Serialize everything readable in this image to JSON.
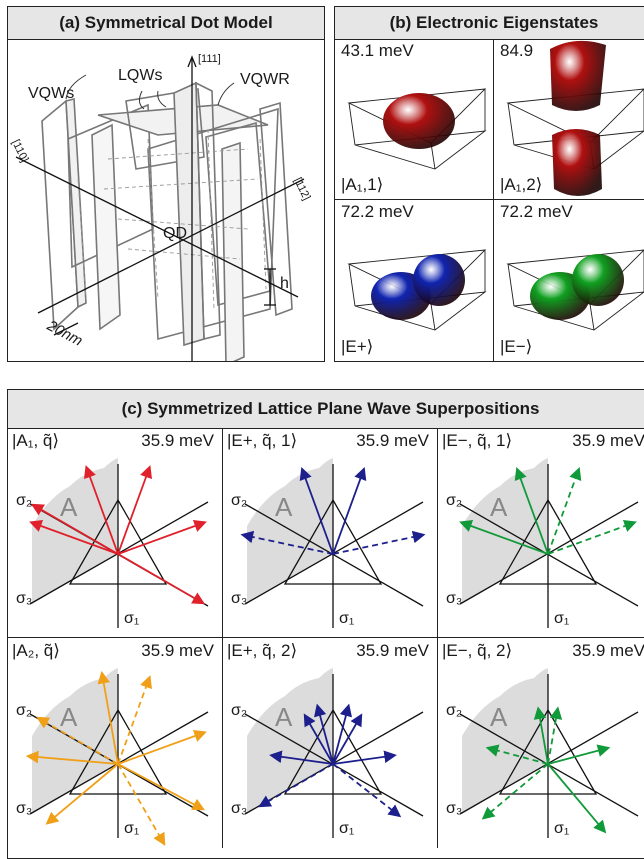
{
  "panel_a": {
    "title": "(a) Symmetrical Dot Model",
    "labels": {
      "vqws": "VQWs",
      "lqws": "LQWs",
      "vqwr": "VQWR",
      "dir111": "[111]",
      "dir110": "[110]",
      "dir112": "[112]",
      "qd": "QD",
      "h": "h",
      "scale": "20nm"
    }
  },
  "panel_b": {
    "title": "(b) Electronic Eigenstates",
    "cells": [
      {
        "energy": "43.1 meV",
        "state": "|A₁,1⟩",
        "color": "#b01010"
      },
      {
        "energy": "84.9",
        "state": "|A₁,2⟩",
        "color": "#b01010"
      },
      {
        "energy": "72.2 meV",
        "state": "|E+⟩",
        "color": "#1024b0"
      },
      {
        "energy": "72.2 meV",
        "state": "|E−⟩",
        "color": "#10a020"
      }
    ]
  },
  "panel_c": {
    "title": "(c) Symmetrized Lattice Plane Wave Superpositions",
    "region_label": "A",
    "sigma": {
      "s1": "σ₁",
      "s2": "σ₂",
      "s3": "σ₃"
    },
    "cells": [
      {
        "state": "|A₁, q̃⟩",
        "energy": "35.9 meV",
        "color": "#e0202a"
      },
      {
        "state": "|E+, q̃, 1⟩",
        "energy": "35.9 meV",
        "color": "#1c1f8c"
      },
      {
        "state": "|E−, q̃, 1⟩",
        "energy": "35.9 meV",
        "color": "#119a3a"
      },
      {
        "state": "|A₂, q̃⟩",
        "energy": "35.9 meV",
        "color": "#f0a018"
      },
      {
        "state": "|E+, q̃, 2⟩",
        "energy": "35.9 meV",
        "color": "#1c1f8c"
      },
      {
        "state": "|E−, q̃, 2⟩",
        "energy": "35.9 meV",
        "color": "#119a3a"
      }
    ]
  }
}
